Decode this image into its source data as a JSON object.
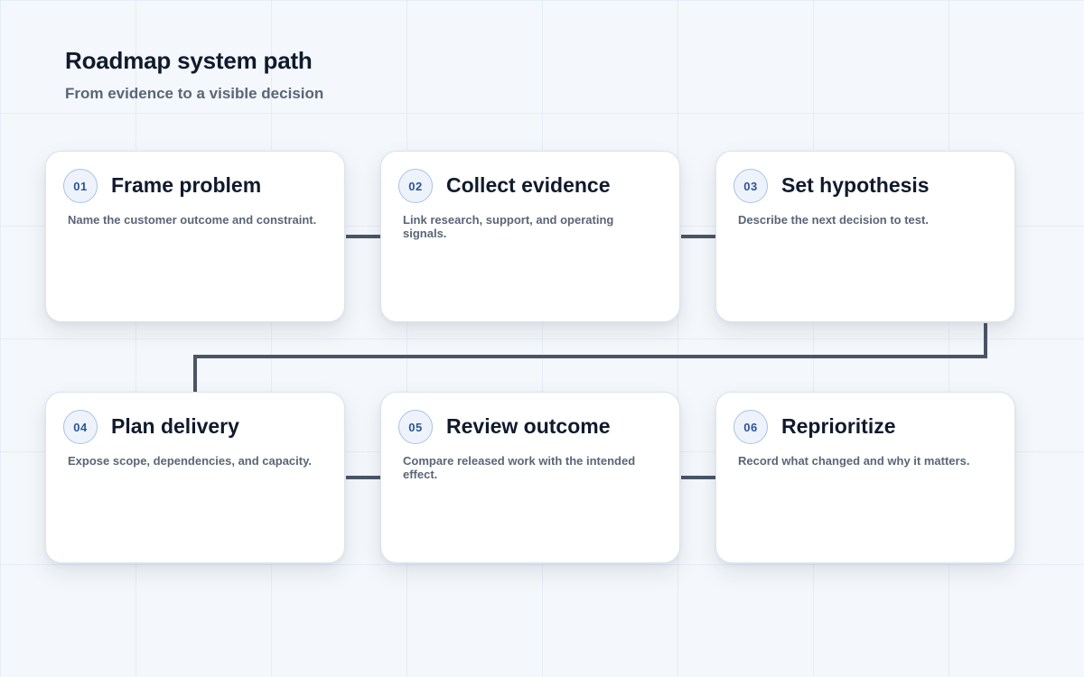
{
  "title": "Roadmap system path",
  "subtitle": "From evidence to a visible decision",
  "steps": [
    {
      "number": "01",
      "title": "Frame problem",
      "description": "Name the customer outcome and constraint."
    },
    {
      "number": "02",
      "title": "Collect evidence",
      "description": "Link research, support, and operating signals."
    },
    {
      "number": "03",
      "title": "Set hypothesis",
      "description": "Describe the next decision to test."
    },
    {
      "number": "04",
      "title": "Plan delivery",
      "description": "Expose scope, dependencies, and capacity."
    },
    {
      "number": "05",
      "title": "Review outcome",
      "description": "Compare released work with the intended effect."
    },
    {
      "number": "06",
      "title": "Reprioritize",
      "description": "Record what changed and why it matters."
    }
  ]
}
